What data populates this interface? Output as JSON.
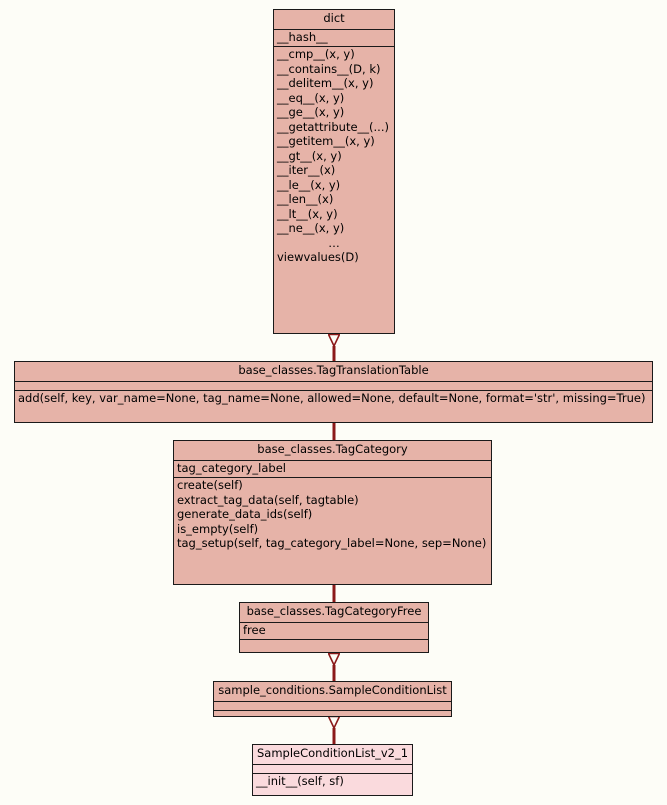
{
  "diagram": {
    "type": "uml-class-diagram",
    "background_color": "#fdfdf7",
    "class_fill_color": "#e6b3a8",
    "leaf_fill_color": "#fadadd",
    "border_color": "#1a1a1a",
    "edge_color": "#8b1a1a",
    "relationship": "generalization"
  },
  "classes": [
    {
      "id": "dict",
      "name": "dict",
      "attributes": [
        "__hash__"
      ],
      "methods": [
        "__cmp__(x, y)",
        "__contains__(D, k)",
        "__delitem__(x, y)",
        "__eq__(x, y)",
        "__ge__(x, y)",
        "__getattribute__(...)",
        "__getitem__(x, y)",
        "__gt__(x, y)",
        "__iter__(x)",
        "__le__(x, y)",
        "__len__(x)",
        "__lt__(x, y)",
        "__ne__(x, y)",
        "…",
        "viewvalues(D)"
      ]
    },
    {
      "id": "tag-translation-table",
      "name": "base_classes.TagTranslationTable",
      "attributes": [],
      "methods": [
        "add(self, key, var_name=None, tag_name=None, allowed=None, default=None, format='str', missing=True)"
      ]
    },
    {
      "id": "tag-category",
      "name": "base_classes.TagCategory",
      "attributes": [
        "tag_category_label"
      ],
      "methods": [
        "create(self)",
        "extract_tag_data(self, tagtable)",
        "generate_data_ids(self)",
        "is_empty(self)",
        "tag_setup(self, tag_category_label=None, sep=None)"
      ]
    },
    {
      "id": "tag-category-free",
      "name": "base_classes.TagCategoryFree",
      "attributes": [
        "free"
      ],
      "methods": []
    },
    {
      "id": "sample-condition-list",
      "name": "sample_conditions.SampleConditionList",
      "attributes": [],
      "methods": []
    },
    {
      "id": "sample-condition-list-v2-1",
      "name": "SampleConditionList_v2_1",
      "attributes": [],
      "methods": [
        "__init__(self, sf)"
      ]
    }
  ],
  "edges": [
    {
      "from": "tag-translation-table",
      "to": "dict"
    },
    {
      "from": "tag-category",
      "to": "tag-translation-table"
    },
    {
      "from": "tag-category-free",
      "to": "tag-category"
    },
    {
      "from": "sample-condition-list",
      "to": "tag-category-free"
    },
    {
      "from": "sample-condition-list-v2-1",
      "to": "sample-condition-list"
    }
  ]
}
